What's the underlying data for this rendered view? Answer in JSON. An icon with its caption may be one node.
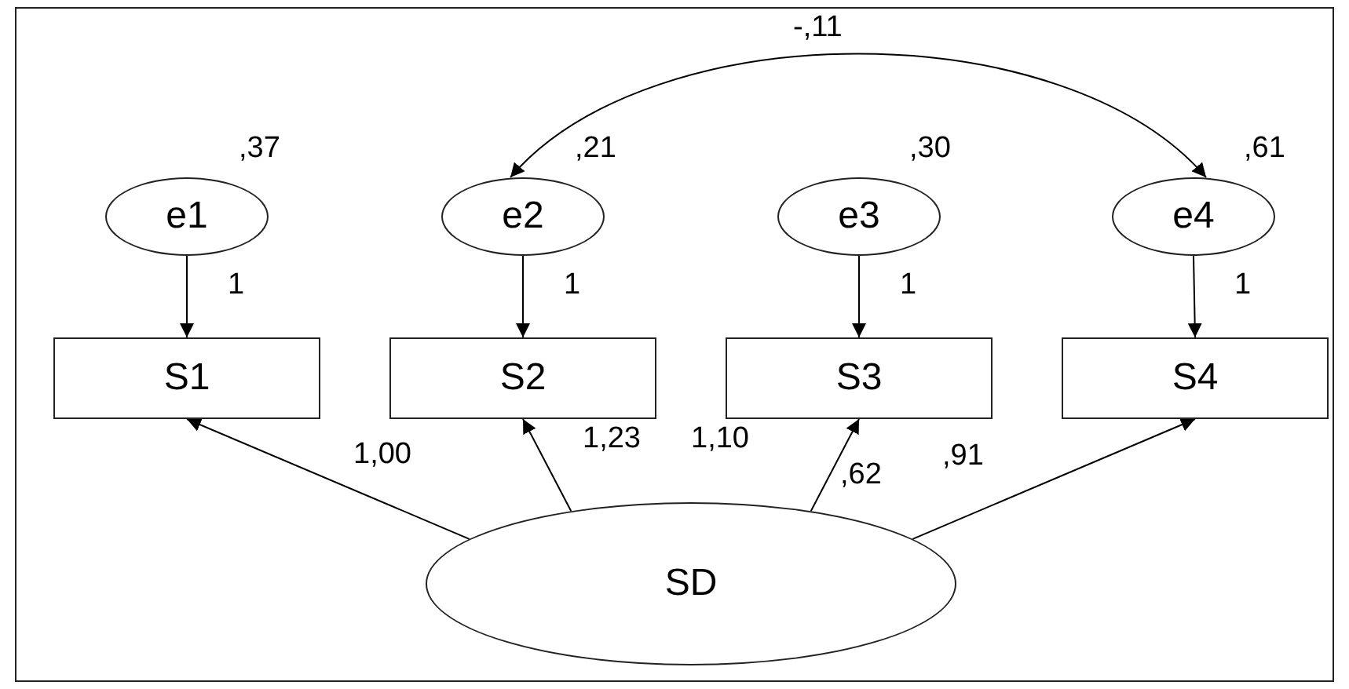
{
  "diagram": {
    "nodes": [
      {
        "text": [
          "e1"
        ],
        "beside": [
          ",37"
        ]
      },
      {
        "text": [
          "e2"
        ],
        "beside": [
          ",21"
        ]
      },
      {
        "text": [
          "e3"
        ],
        "beside": [
          ",30"
        ]
      },
      {
        "text": [
          "e4"
        ],
        "beside": [
          ",61"
        ]
      },
      {
        "text": [
          "S1"
        ]
      },
      {
        "text": [
          "S2"
        ]
      },
      {
        "text": [
          "S3"
        ]
      },
      {
        "text": [
          "S4"
        ]
      },
      {
        "text": [
          "SD"
        ],
        "beside": [
          ",62"
        ]
      }
    ],
    "edges": [
      {
        "from": 0,
        "to": 4,
        "arrow": "to",
        "label": "1"
      },
      {
        "from": 1,
        "to": 5,
        "arrow": "to",
        "label": "1"
      },
      {
        "from": 2,
        "to": 6,
        "arrow": "to",
        "label": "1"
      },
      {
        "from": 3,
        "to": 7,
        "arrow": "to",
        "label": "1"
      },
      {
        "from": 8,
        "to": 4,
        "arrow": "to",
        "label": "1,00"
      },
      {
        "from": 8,
        "to": 5,
        "arrow": "to",
        "label": "1,23"
      },
      {
        "from": 8,
        "to": 6,
        "arrow": "to",
        "label": "1,10"
      },
      {
        "from": 8,
        "to": 7,
        "arrow": "to",
        "label": ",91"
      },
      {
        "from": 1,
        "to": 3,
        "arrow": "both",
        "label": "-,11"
      }
    ]
  }
}
